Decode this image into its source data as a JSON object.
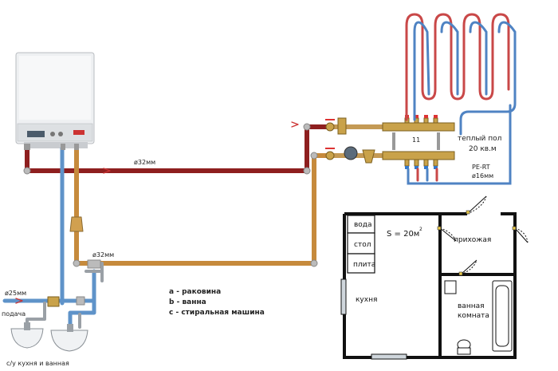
{
  "boiler": {
    "name": ""
  },
  "pipes": {
    "main_supply_dia": "ø32мм",
    "main_return_dia": "ø32мм",
    "cold_water_dia": "ø25мм",
    "floor_pipe_dia": "ø16мм",
    "floor_pipe_type": "PE-RT"
  },
  "labels": {
    "supply": "подача",
    "fixtures": "с/у кухня и  ванная",
    "manifold_number": "11"
  },
  "warm_floor": {
    "title": "теплый пол",
    "area": "20 кв.м"
  },
  "legend": [
    {
      "key": "a",
      "text": " - раковина"
    },
    {
      "key": "b",
      "text": " - ванна"
    },
    {
      "key": "c",
      "text": " - стиральная машина"
    }
  ],
  "floorplan": {
    "area_label": "S = 20м",
    "area_sup": "2",
    "rooms": {
      "water": "вода",
      "table": "стол",
      "stove": "плита",
      "kitchen": "кухня",
      "hall": "прихожая",
      "bath1": "ванная",
      "bath2": "комната"
    }
  },
  "colors": {
    "hot": "#8e1f1f",
    "return": "#c68a3c",
    "cold": "#5f93c9",
    "grey": "#9aa0a6"
  }
}
